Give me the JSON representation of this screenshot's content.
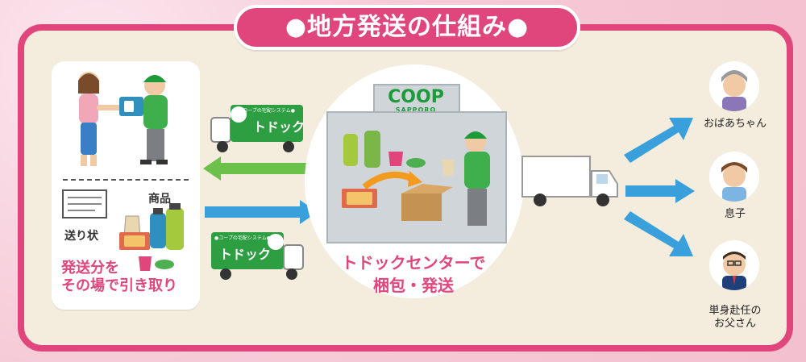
{
  "title": "●地方発送の仕組み●",
  "left": {
    "product_label": "商品",
    "invoice_label": "送り状",
    "caption_line1": "発送分を",
    "caption_line2": "その場で引き取り"
  },
  "trucks": {
    "top_brand": "トドック",
    "top_sub": "●コープの宅配システム●",
    "bottom_brand": "トドック",
    "bottom_sub": "●コープの宅配システム●"
  },
  "center": {
    "logo_main": "COOP",
    "logo_sub": "SAPPORO",
    "line1": "トドックセンターで",
    "line2": "梱包・発送"
  },
  "recipients": [
    {
      "label": "おばあちゃん"
    },
    {
      "label": "息子"
    },
    {
      "label_line1": "単身赴任の",
      "label_line2": "お父さん"
    }
  ],
  "colors": {
    "accent_pink": "#e0457b",
    "coop_green": "#1d9a3a",
    "arrow_blue": "#3aa0dc",
    "arrow_green": "#6cc14a",
    "panel_bg": "#f4ecdd"
  }
}
